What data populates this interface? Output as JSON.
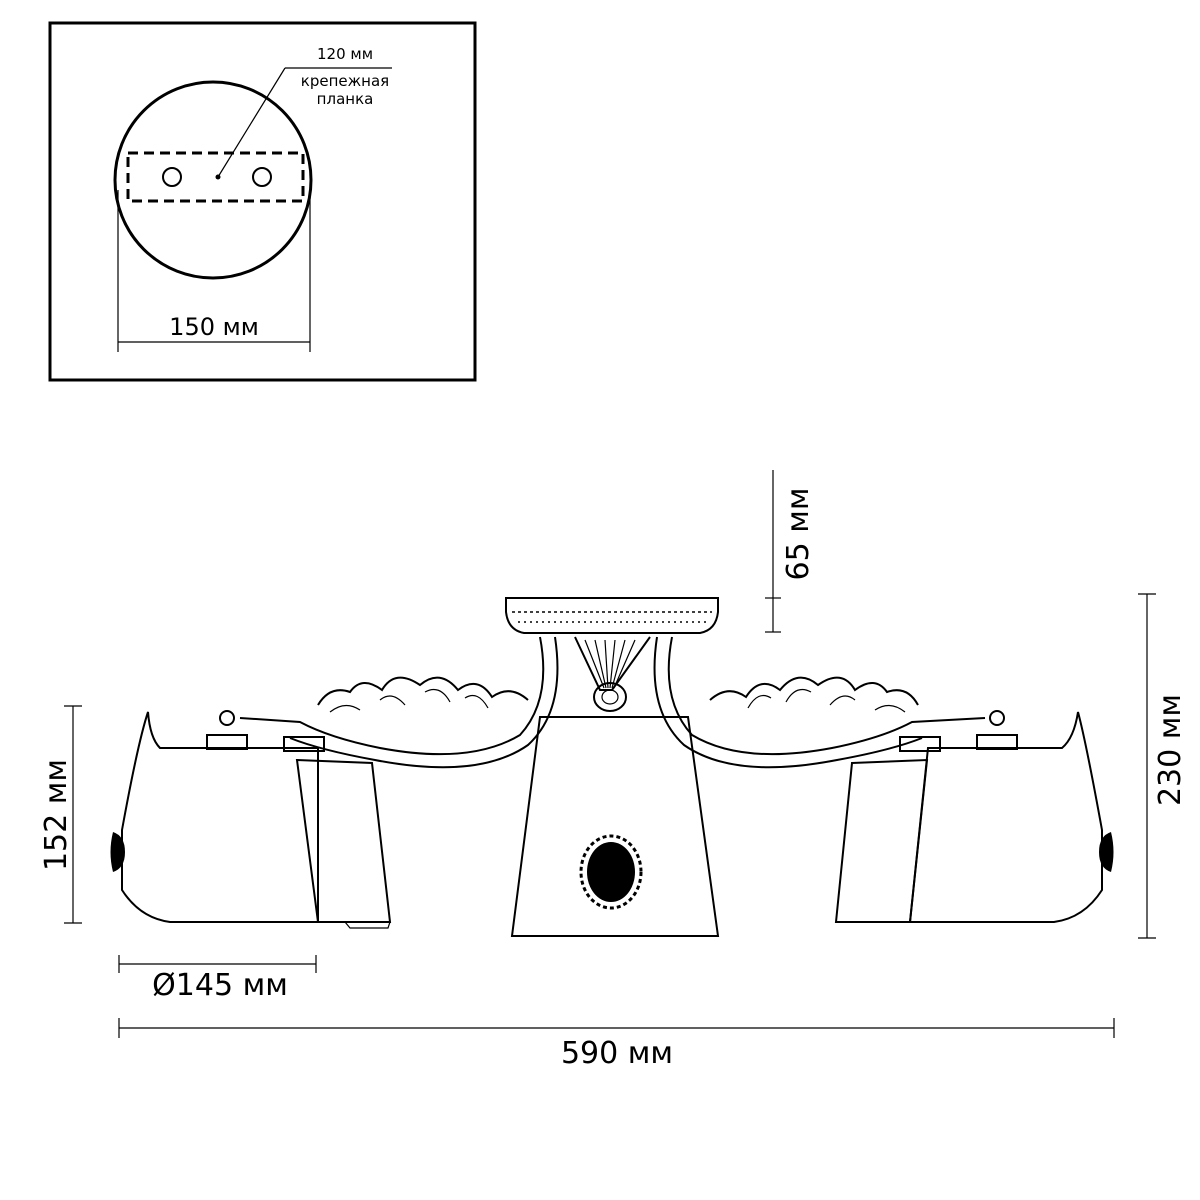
{
  "mount": {
    "rail_length_label": "120 мм",
    "rail_name_label_line1": "крепежная",
    "rail_name_label_line2": "планка",
    "base_diameter_label": "150 мм"
  },
  "fixture": {
    "canopy_height_label": "65 мм",
    "total_height_label": "230 мм",
    "shade_height_label": "152 мм",
    "shade_diameter_label": "Ø145 мм",
    "total_width_label": "590 мм"
  }
}
